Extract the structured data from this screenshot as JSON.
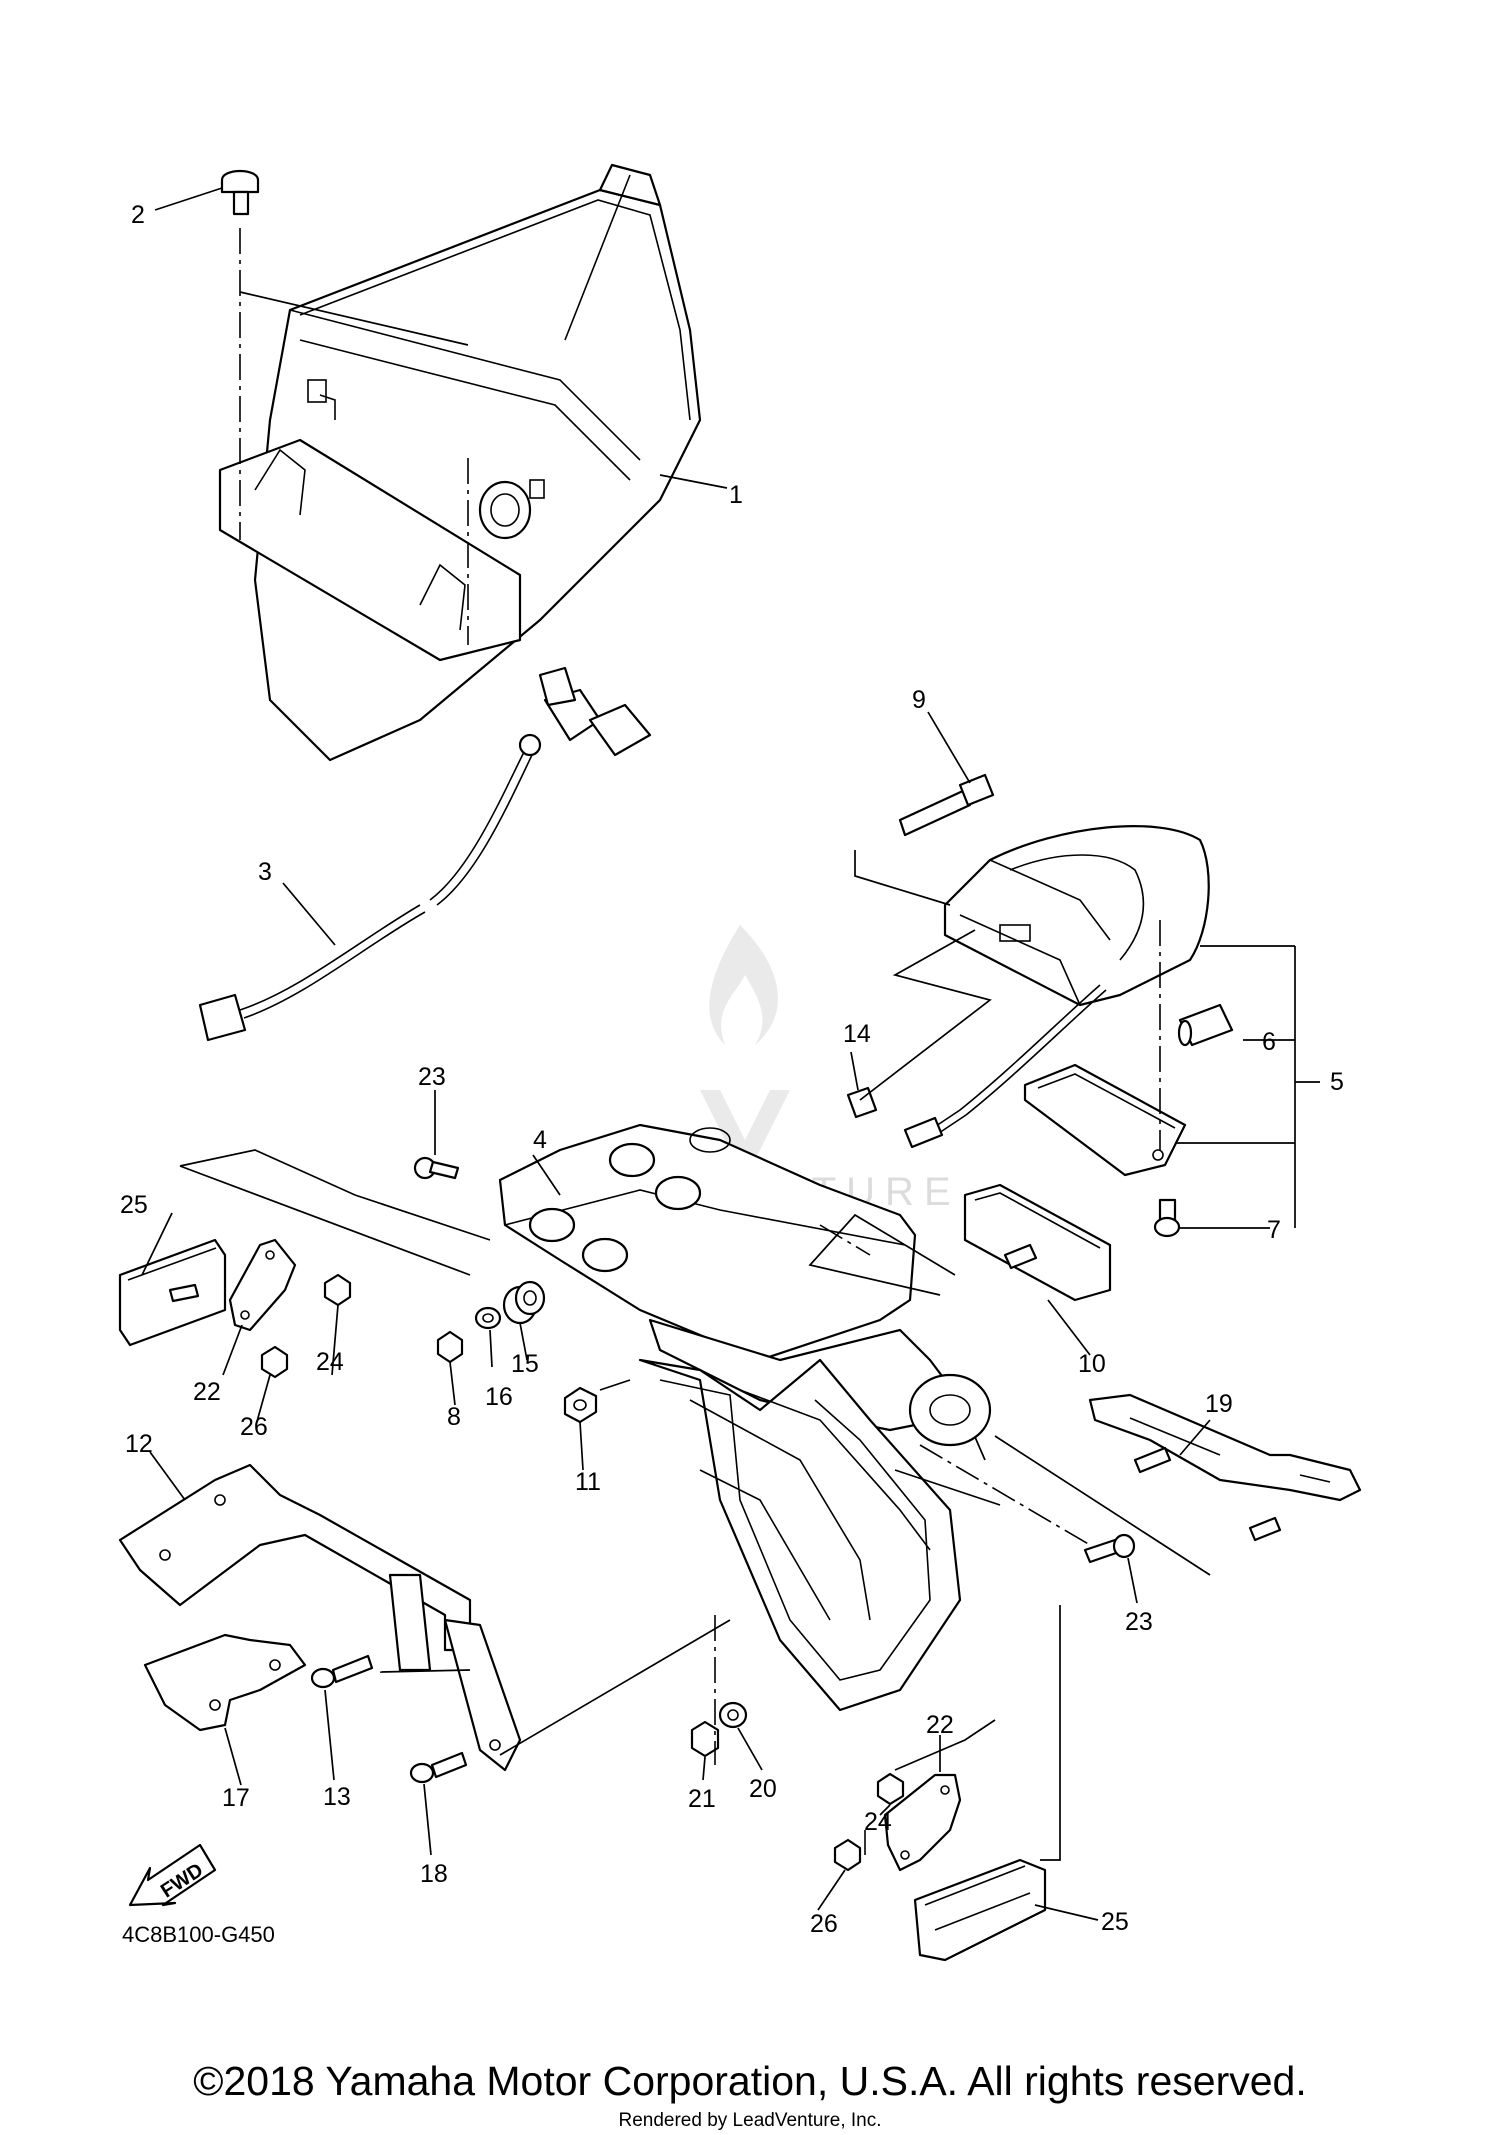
{
  "diagram_code": "4C8B100-G450",
  "fwd_label": "FWD",
  "watermark": "LEADVENTURE",
  "copyright": "©2018 Yamaha Motor Corporation, U.S.A. All rights reserved.",
  "rendered_by": "Rendered by LeadVenture, Inc.",
  "callouts": {
    "c1": "1",
    "c2": "2",
    "c3": "3",
    "c4": "4",
    "c5": "5",
    "c6": "6",
    "c7": "7",
    "c8": "8",
    "c9": "9",
    "c10": "10",
    "c11": "11",
    "c12": "12",
    "c13": "13",
    "c14": "14",
    "c15": "15",
    "c16": "16",
    "c17": "17",
    "c18": "18",
    "c19": "19",
    "c20": "20",
    "c21": "21",
    "c22a": "22",
    "c22b": "22",
    "c23a": "23",
    "c23b": "23",
    "c24a": "24",
    "c24b": "24",
    "c25a": "25",
    "c25b": "25",
    "c26a": "26",
    "c26b": "26"
  }
}
